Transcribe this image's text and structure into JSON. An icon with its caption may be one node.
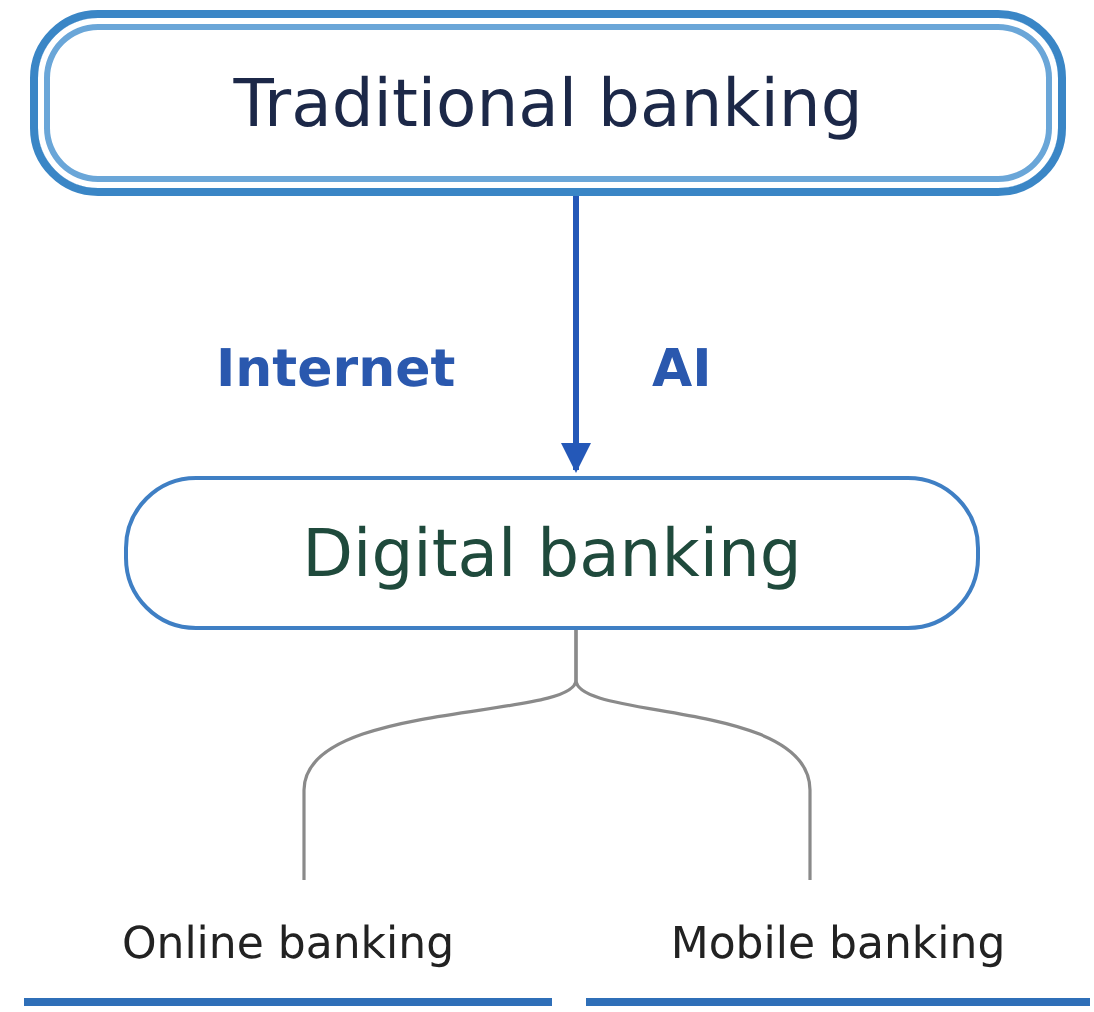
{
  "diagram": {
    "nodes": [
      {
        "text": [
          "Traditional banking"
        ]
      },
      {
        "text": [
          "Digital banking"
        ]
      },
      {
        "text": [
          "Online banking"
        ]
      },
      {
        "text": [
          "Mobile banking"
        ]
      }
    ],
    "edges": [
      {
        "from": 0,
        "to": 1,
        "arrow": "to",
        "color": "#2458b8"
      },
      {
        "from": 1,
        "to": 2,
        "arrow": "none"
      },
      {
        "from": 1,
        "to": 3,
        "arrow": "none"
      }
    ],
    "labels": [
      "Internet",
      "AI"
    ]
  }
}
